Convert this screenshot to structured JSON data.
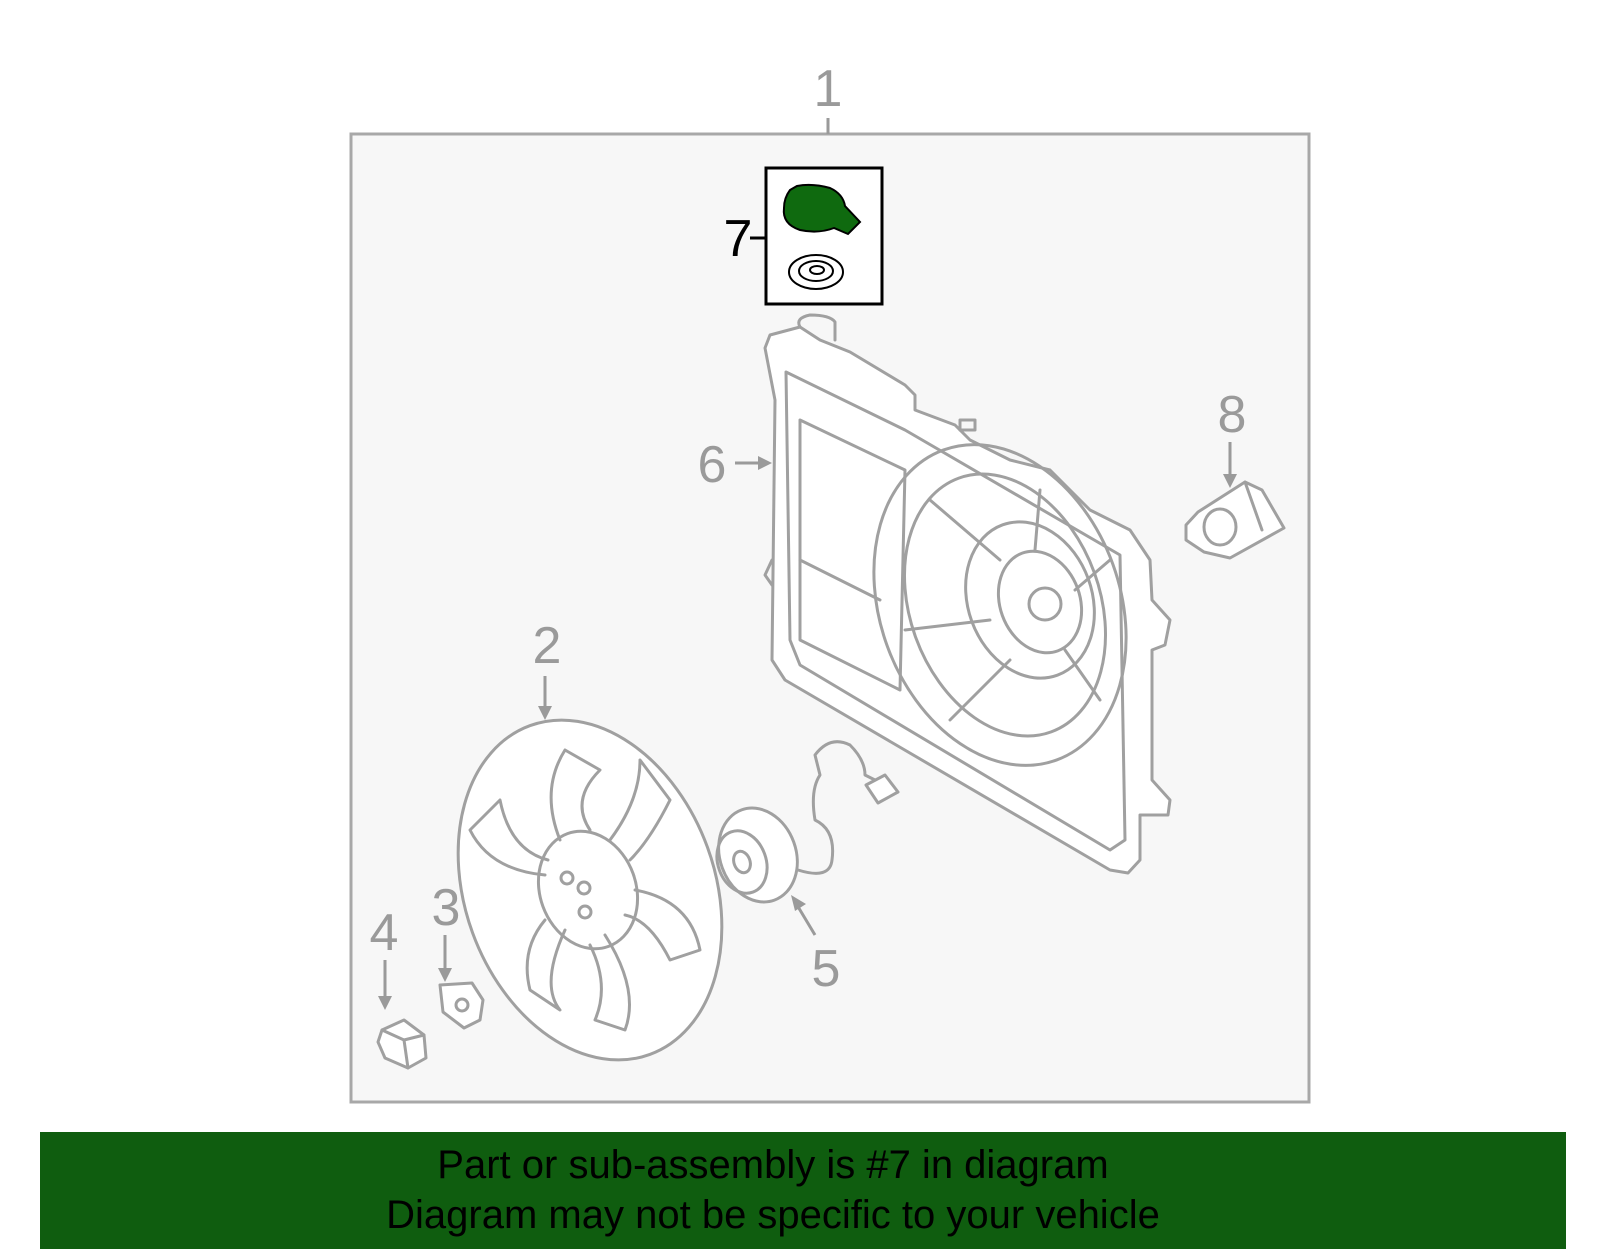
{
  "diagram": {
    "callouts": {
      "c1": "1",
      "c2": "2",
      "c3": "3",
      "c4": "4",
      "c5": "5",
      "c6": "6",
      "c7": "7",
      "c8": "8"
    },
    "highlighted_callout": "7",
    "colors": {
      "highlight": "#0f6a0f",
      "banner": "#0f5d0f",
      "line": "#a0a0a0",
      "panel": "#f7f7f7"
    }
  },
  "banner": {
    "line1": "Part or sub-assembly is #7 in diagram",
    "line2": "Diagram may not be specific to your vehicle"
  }
}
